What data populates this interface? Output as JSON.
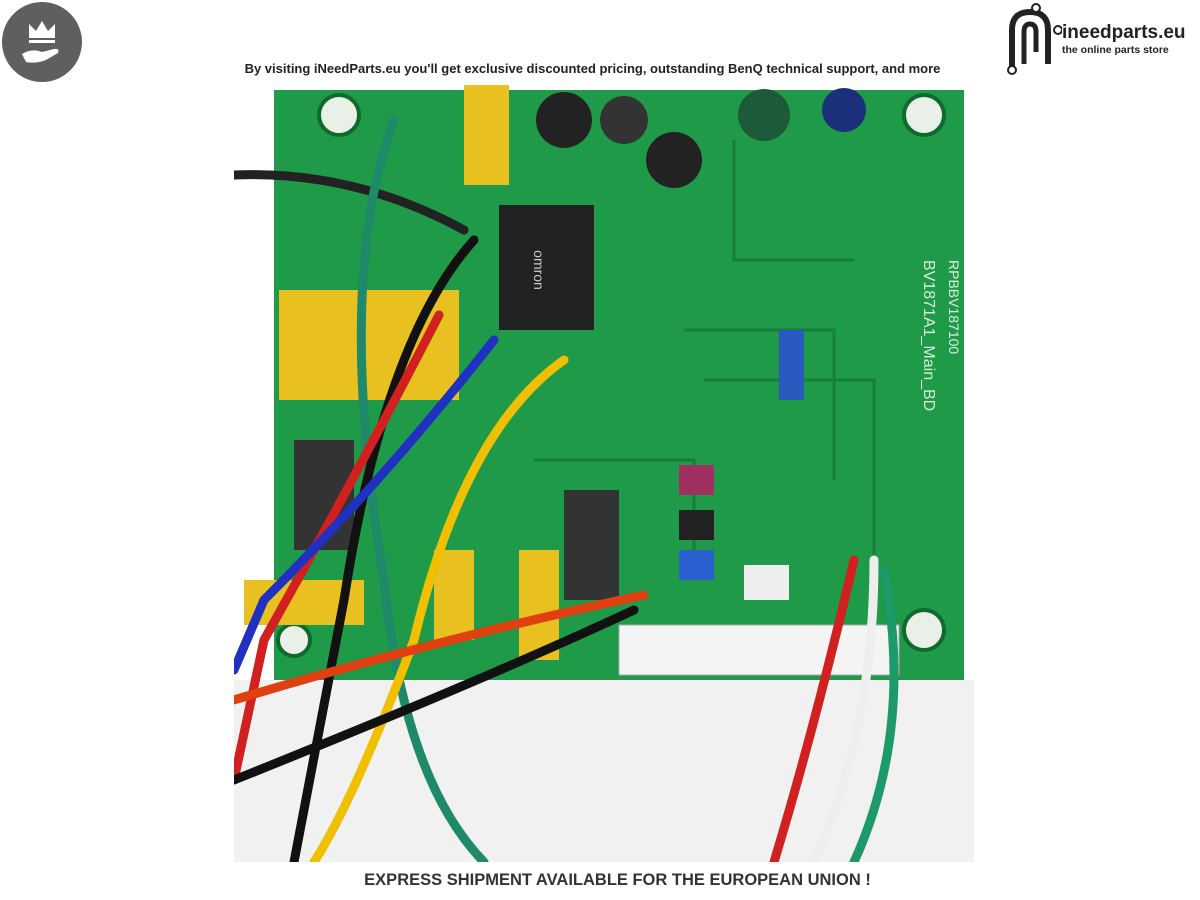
{
  "brand": {
    "name": "ineedparts.eu",
    "tagline": "the online parts store",
    "badge_icon": "crown-hand-icon"
  },
  "promo_text": "By visiting iNeedParts.eu you'll get exclusive discounted pricing, outstanding BenQ technical support, and more",
  "footer_text": "EXPRESS SHIPMENT AVAILABLE FOR THE EUROPEAN UNION !",
  "board": {
    "model_label": "BV1871A1_Main_BD",
    "part_label": "RPBBV187100",
    "maker_label": "omron"
  },
  "colors": {
    "pcb": "#1f9a48",
    "badge": "#5f5f5f",
    "text": "#222222"
  }
}
